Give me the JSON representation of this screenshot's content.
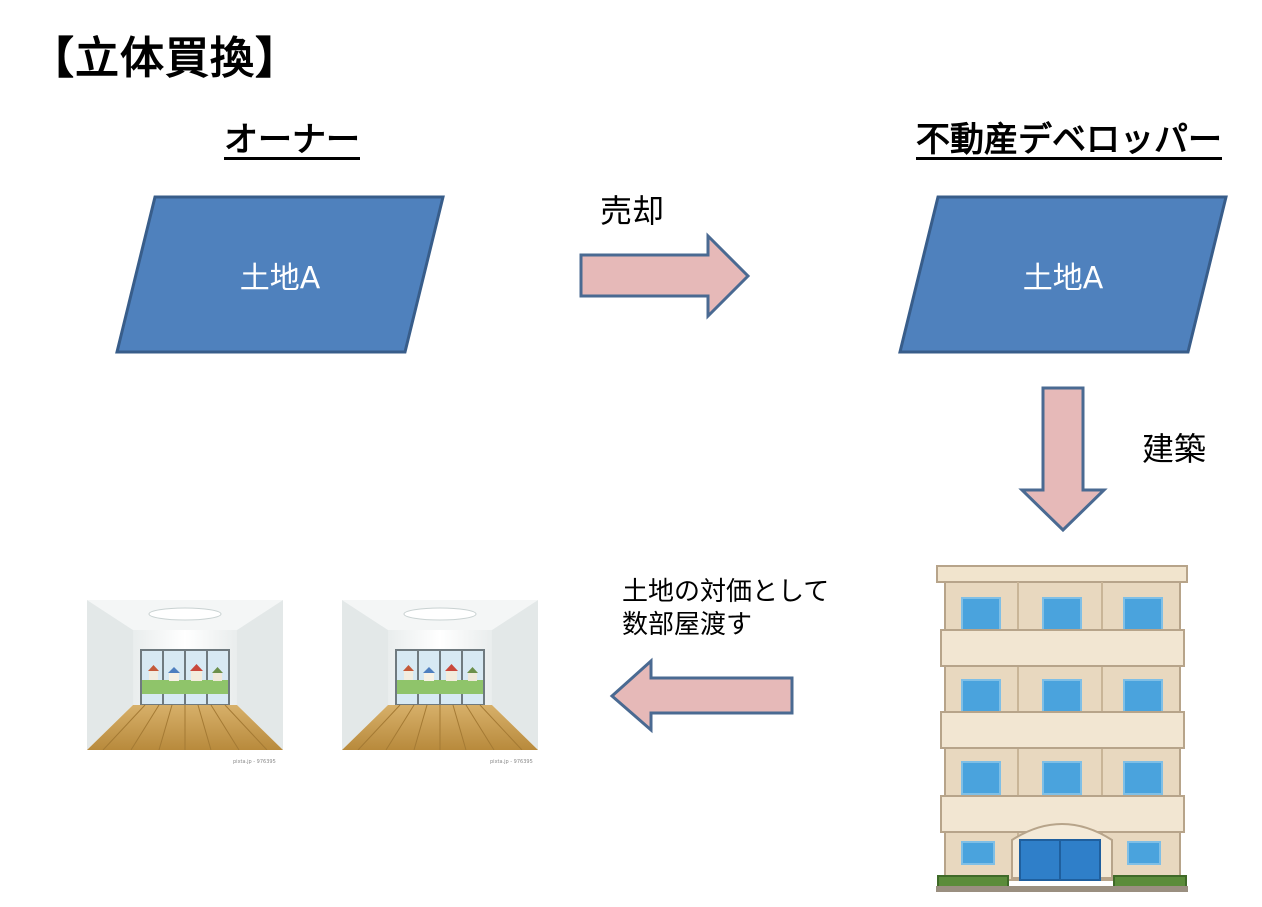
{
  "title": "【立体買換】",
  "owner": {
    "heading": "オーナー",
    "land_label": "土地A"
  },
  "developer": {
    "heading": "不動産デベロッパー",
    "land_label": "土地A"
  },
  "arrows": {
    "sell_label": "売却",
    "build_label": "建築",
    "exchange_line1": "土地の対価として",
    "exchange_line2": "数部屋渡す"
  },
  "room_images": [
    {
      "credit": "pixta.jp - 976395"
    },
    {
      "credit": "pixta.jp - 976395"
    }
  ],
  "colors": {
    "parallelogram_fill": "#4f81bd",
    "parallelogram_stroke": "#385d8a",
    "arrow_fill": "#e6b9b8",
    "arrow_stroke": "#4a6a92"
  }
}
